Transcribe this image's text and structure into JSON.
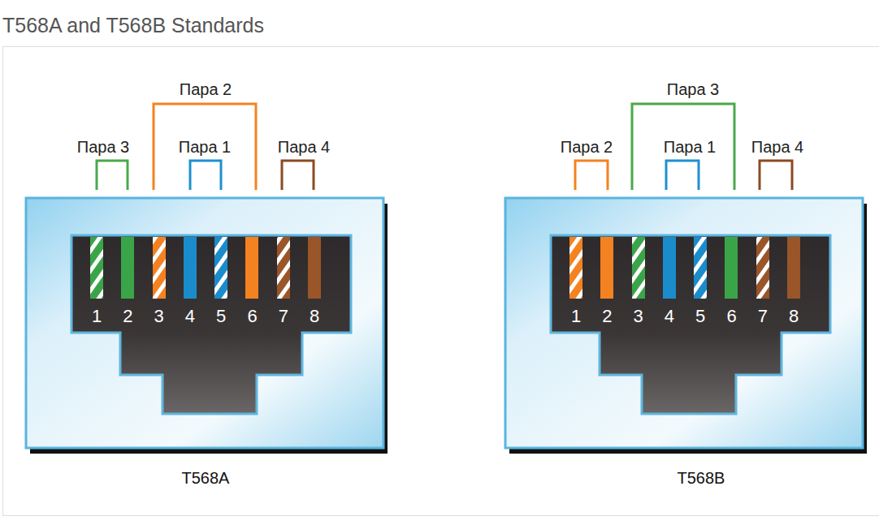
{
  "diagram": {
    "title": "T568A and T568B Standards",
    "labels": [
      "Пара 2",
      "Пара 3",
      "Пара 3",
      "Пара 1",
      "Пара 4",
      "Пара 2",
      "Пара 1",
      "Пара 4",
      "1",
      "2",
      "3",
      "4",
      "5",
      "6",
      "7",
      "8",
      "1",
      "2",
      "3",
      "4",
      "5",
      "6",
      "7",
      "8",
      "T568A",
      "T568B"
    ]
  }
}
